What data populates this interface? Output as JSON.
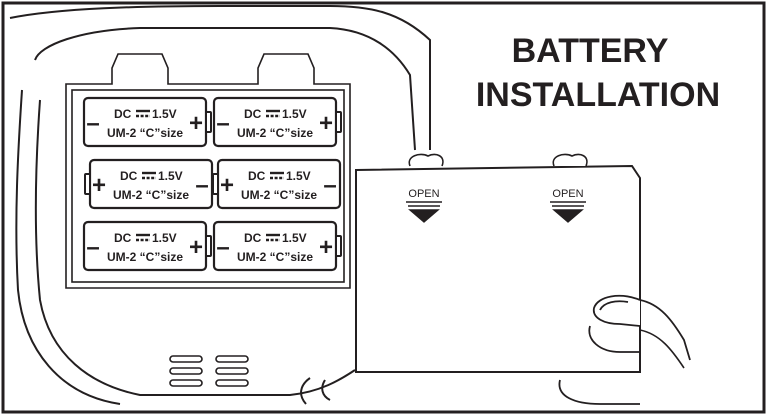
{
  "title": {
    "line1": "BATTERY",
    "line2": "INSTALLATION"
  },
  "battery_cells": [
    {
      "voltage": "DC",
      "value": "1.5V",
      "type": "UM-2 “C”size",
      "left_sign": "–",
      "right_sign": "+"
    },
    {
      "voltage": "DC",
      "value": "1.5V",
      "type": "UM-2 “C”size",
      "left_sign": "–",
      "right_sign": "+"
    },
    {
      "voltage": "DC",
      "value": "1.5V",
      "type": "UM-2 “C”size",
      "left_sign": "+",
      "right_sign": "–"
    },
    {
      "voltage": "DC",
      "value": "1.5V",
      "type": "UM-2 “C”size",
      "left_sign": "+",
      "right_sign": "–"
    },
    {
      "voltage": "DC",
      "value": "1.5V",
      "type": "UM-2 “C”size",
      "left_sign": "–",
      "right_sign": "+"
    },
    {
      "voltage": "DC",
      "value": "1.5V",
      "type": "UM-2 “C”size",
      "left_sign": "–",
      "right_sign": "+"
    }
  ],
  "cover": {
    "latch_labels": [
      "OPEN",
      "OPEN"
    ]
  },
  "icons": {
    "arrow": "down-arrow-icon",
    "hand": "hand-icon",
    "vent": "vent-slots-icon"
  },
  "colors": {
    "ink": "#231f20",
    "paper": "#ffffff"
  }
}
